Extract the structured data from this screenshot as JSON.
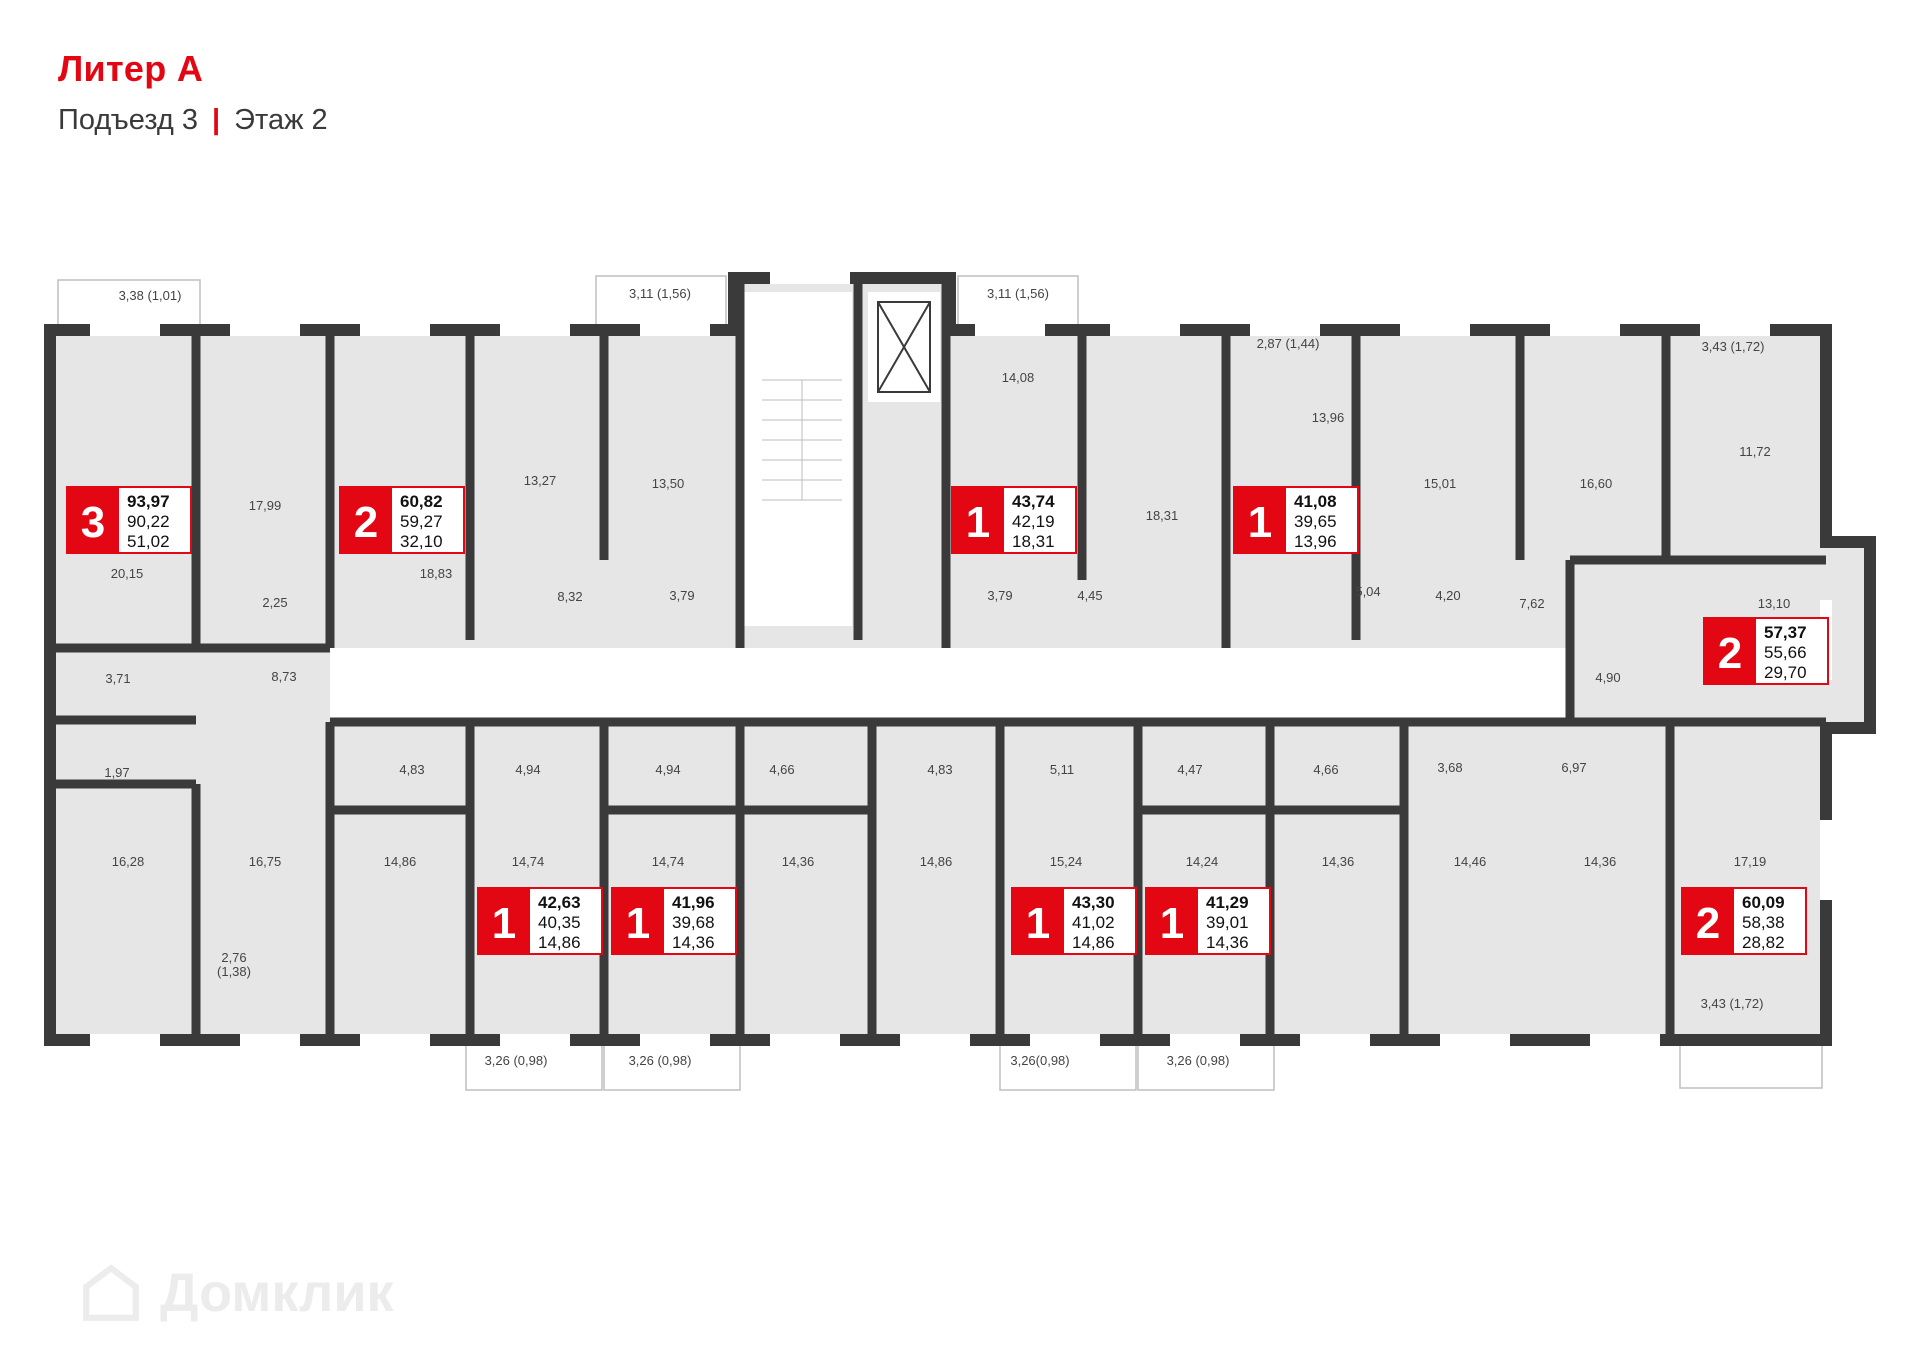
{
  "header": {
    "title": "Литер А",
    "entrance": "Подъезд 3",
    "floor": "Этаж 2"
  },
  "watermark": "Домклик",
  "colors": {
    "accent": "#e30613",
    "wall": "#3a3a3a",
    "room": "#e6e6e6",
    "corridor": "#ffffff"
  },
  "apartments": [
    {
      "id": "a1",
      "rooms": "3",
      "total": "93,97",
      "living_area": "90,22",
      "live": "51,02"
    },
    {
      "id": "a2",
      "rooms": "2",
      "total": "60,82",
      "living_area": "59,27",
      "live": "32,10"
    },
    {
      "id": "a3",
      "rooms": "1",
      "total": "43,74",
      "living_area": "42,19",
      "live": "18,31"
    },
    {
      "id": "a4",
      "rooms": "1",
      "total": "41,08",
      "living_area": "39,65",
      "live": "13,96"
    },
    {
      "id": "a5",
      "rooms": "2",
      "total": "57,37",
      "living_area": "55,66",
      "live": "29,70"
    },
    {
      "id": "a6",
      "rooms": "1",
      "total": "42,63",
      "living_area": "40,35",
      "live": "14,86"
    },
    {
      "id": "a7",
      "rooms": "1",
      "total": "41,96",
      "living_area": "39,68",
      "live": "14,36"
    },
    {
      "id": "a8",
      "rooms": "1",
      "total": "43,30",
      "living_area": "41,02",
      "live": "14,86"
    },
    {
      "id": "a9",
      "rooms": "1",
      "total": "41,29",
      "living_area": "39,01",
      "live": "14,36"
    },
    {
      "id": "a10",
      "rooms": "2",
      "total": "60,09",
      "living_area": "58,38",
      "live": "28,82"
    }
  ],
  "room_labels": [
    "3,38 (1,01)",
    "3,11 (1,56)",
    "3,11 (1,56)",
    "2,87 (1,44)",
    "3,43 (1,72)",
    "17,99",
    "20,15",
    "18,83",
    "13,27",
    "13,50",
    "8,32",
    "3,79",
    "2,25",
    "14,08",
    "18,31",
    "3,79",
    "4,45",
    "13,96",
    "15,01",
    "5,04",
    "4,20",
    "16,60",
    "11,72",
    "7,62",
    "13,10",
    "4,90",
    "3,71",
    "8,73",
    "1,97",
    "16,28",
    "16,75",
    "2,76",
    "(1,38)",
    "4,83",
    "4,94",
    "4,94",
    "4,66",
    "4,83",
    "5,11",
    "4,47",
    "4,66",
    "3,68",
    "6,97",
    "14,86",
    "14,74",
    "14,74",
    "14,36",
    "14,86",
    "15,24",
    "14,24",
    "14,36",
    "14,46",
    "14,36",
    "17,19",
    "3,43 (1,72)",
    "3,26 (0,98)",
    "3,26 (0,98)",
    "3,26(0,98)",
    "3,26 (0,98)"
  ]
}
